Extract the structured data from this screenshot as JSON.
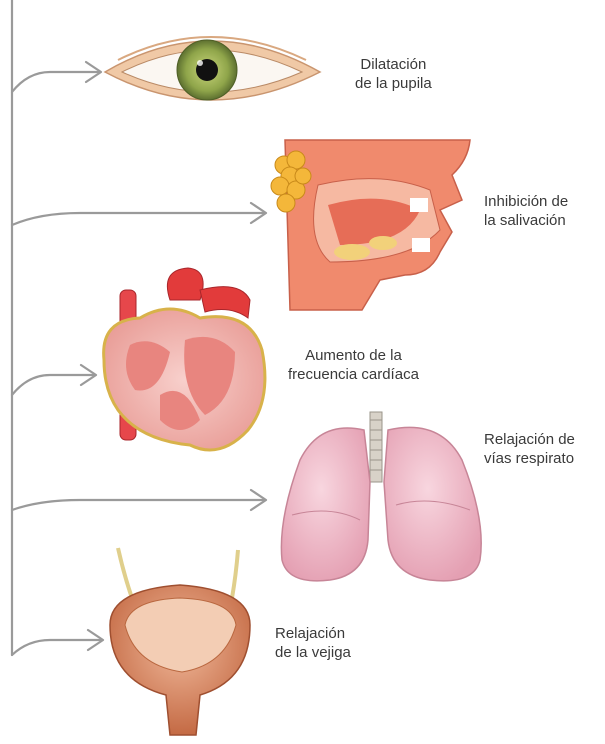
{
  "diagram": {
    "organs": [
      {
        "name": "eye",
        "label": "Dilatación\nde la pupila"
      },
      {
        "name": "salivary",
        "label": "Inhibición de\nla salivación"
      },
      {
        "name": "heart",
        "label": "Aumento de la\nfrecuencia cardíaca"
      },
      {
        "name": "lungs",
        "label": "Relajación de\nvías respirato"
      },
      {
        "name": "bladder",
        "label": "Relajación\nde la vejiga"
      }
    ],
    "colors": {
      "arrow": "#9a9a9a",
      "iris": "#8fa54a",
      "skin": "#f0c9a6",
      "tissue_red": "#e8554a",
      "heart_pink": "#f2b4b0",
      "lung_pink": "#f0b9c8",
      "bladder": "#d47a52"
    }
  }
}
